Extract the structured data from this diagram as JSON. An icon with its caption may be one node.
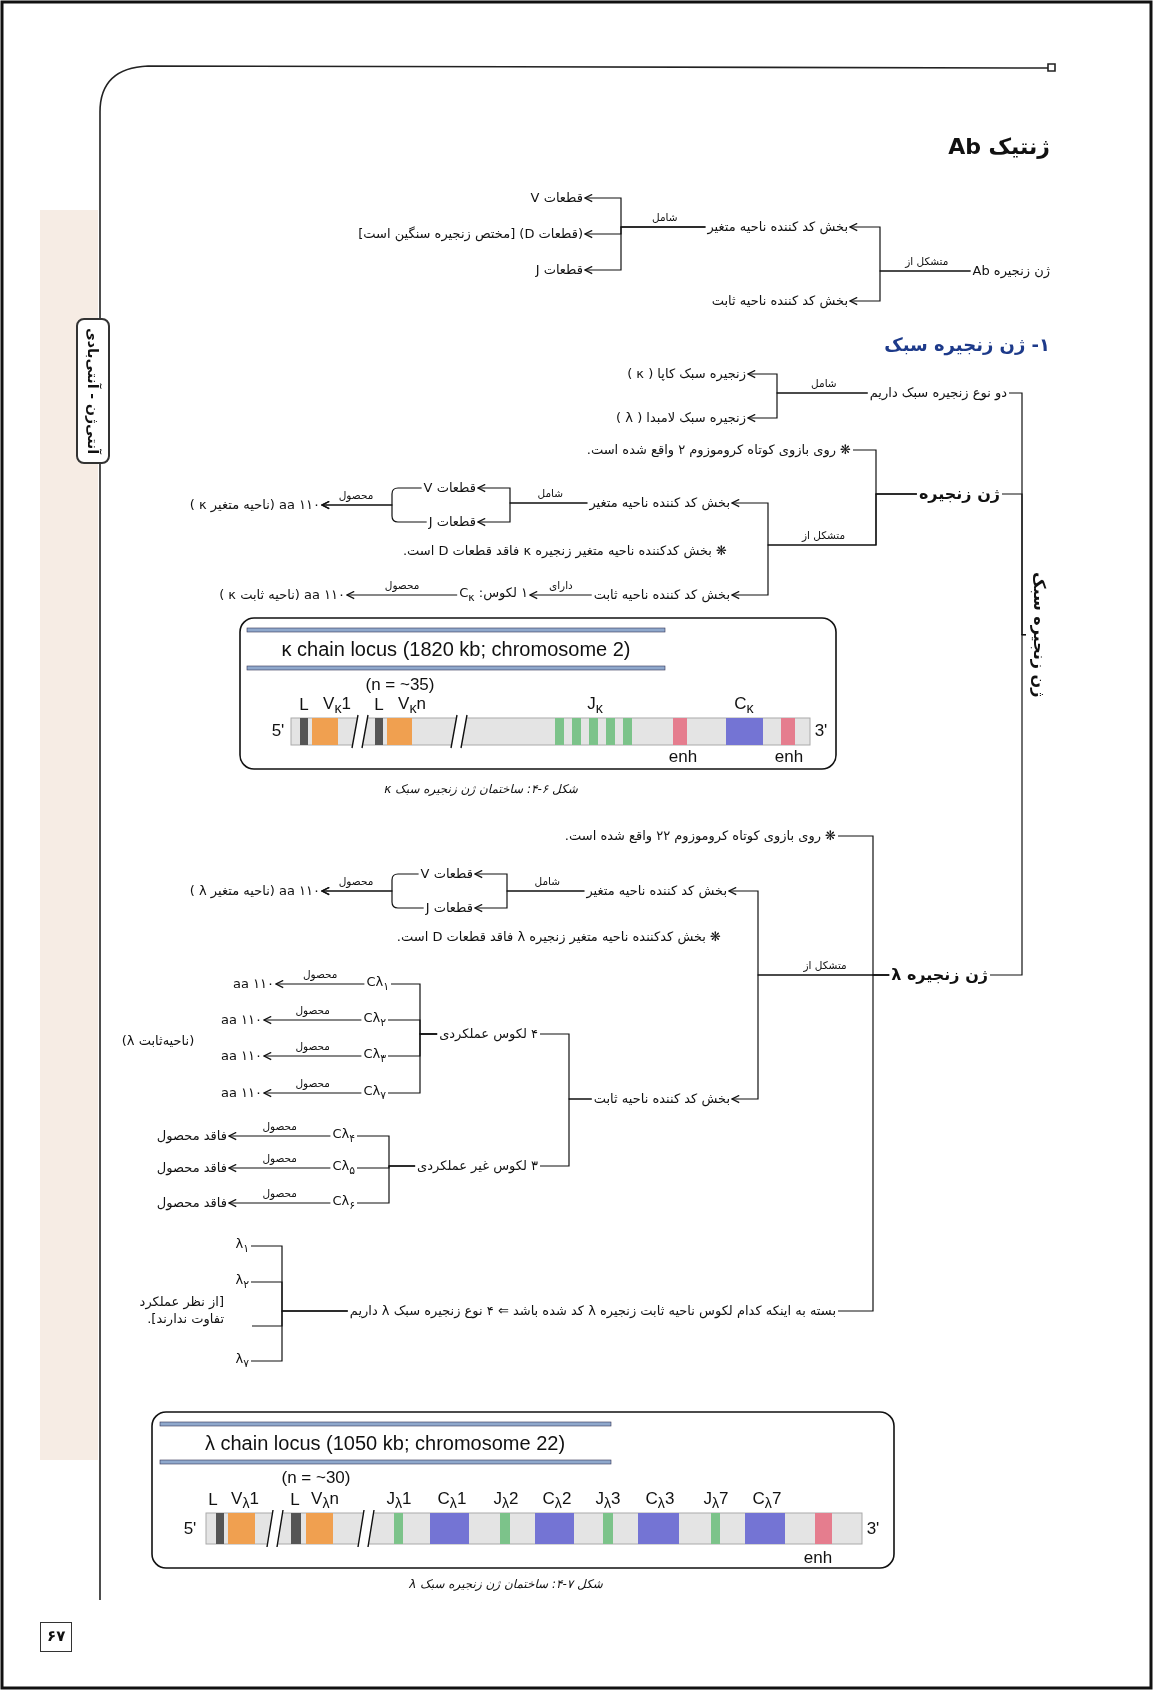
{
  "diagram": {
    "title": "ژنتیک Ab",
    "nodes": [
      {
        "text": [
          "ژن زنجیره Ab"
        ]
      },
      {
        "text": [
          "بخش کد کننده ناحیه متغیر"
        ]
      },
      {
        "text": [
          "بخش کد کننده ناحیه ثابت"
        ]
      },
      {
        "text": [
          "قطعات V"
        ]
      },
      {
        "text": [
          "(قطعات D) [مختص زنجیره سنگین است]"
        ]
      },
      {
        "text": [
          "قطعات J"
        ]
      },
      {
        "text": [
          "ژن زنجیره سبک"
        ]
      },
      {
        "text": [
          "دو نوع زنجیره سبک داریم"
        ]
      },
      {
        "text": [
          "زنجیره سبک کاپا ( κ )"
        ]
      },
      {
        "text": [
          "زنجیره سبک لامبدا ( λ )"
        ]
      },
      {
        "text": [
          "ژن زنجیره"
        ]
      },
      {
        "text": [
          "❋ روی بازوی کوتاه کروموزوم ۲ واقع شده است."
        ]
      },
      {
        "text": [
          "بخش کد کننده ناحیه متغیر"
        ]
      },
      {
        "text": [
          "بخش کد کننده ناحیه ثابت"
        ]
      },
      {
        "text": [
          "قطعات V"
        ]
      },
      {
        "text": [
          "قطعات J"
        ]
      },
      {
        "text": [
          "۱۱۰ aa (ناحیه متغیر κ )"
        ]
      },
      {
        "text": [
          "۱ لکوس: C$_{κ}$"
        ]
      },
      {
        "text": [
          "۱۱۰ aa (ناحیه ثابت κ )"
        ]
      },
      {
        "text": [
          "ژن زنجیره λ"
        ]
      },
      {
        "text": [
          "❋ روی بازوی کوتاه کروموزوم ۲۲ واقع شده است."
        ]
      },
      {
        "text": [
          "بخش کد کننده ناحیه متغیر"
        ]
      },
      {
        "text": [
          "بخش کد کننده ناحیه ثابت"
        ]
      },
      {
        "text": [
          "قطعات V"
        ]
      },
      {
        "text": [
          "قطعات J"
        ]
      },
      {
        "text": [
          "۱۱۰ aa (ناحیه متغیر λ )"
        ]
      },
      {
        "text": [
          "۴ لکوس عملکردی"
        ]
      },
      {
        "text": [
          "Cλ$_{۱}$"
        ]
      },
      {
        "text": [
          "۱۱۰ aa"
        ]
      },
      {
        "text": [
          "Cλ$_{۲}$"
        ]
      },
      {
        "text": [
          "۱۱۰ aa"
        ]
      },
      {
        "text": [
          "Cλ$_{۳}$"
        ]
      },
      {
        "text": [
          "۱۱۰ aa"
        ]
      },
      {
        "text": [
          "Cλ$_{۷}$"
        ]
      },
      {
        "text": [
          "۱۱۰ aa"
        ]
      },
      {
        "text": [
          "۳ لکوس غیر عملکردی"
        ]
      },
      {
        "text": [
          "Cλ$_{۴}$"
        ]
      },
      {
        "text": [
          "فاقد محصول"
        ]
      },
      {
        "text": [
          "Cλ$_{۵}$"
        ]
      },
      {
        "text": [
          "فاقد محصول"
        ]
      },
      {
        "text": [
          "Cλ$_{۶}$"
        ]
      },
      {
        "text": [
          "فاقد محصول"
        ]
      },
      {
        "text": [
          "بسته به اینکه کدام لکوس ناحیه ثابت زنجیره λ کد شده باشد ⇐ ۴ نوع زنجیره سبک λ داریم"
        ]
      },
      {
        "text": [
          "λ$_{۱}$"
        ]
      },
      {
        "text": [
          "λ$_{۲}$"
        ]
      },
      {
        "text": [
          "λ$_{۷}$"
        ]
      }
    ],
    "edges": [
      {
        "from": 0,
        "to": 1,
        "arrow": "to",
        "label": "متشکل از"
      },
      {
        "from": 0,
        "to": 2,
        "arrow": "to"
      },
      {
        "from": 1,
        "to": 3,
        "arrow": "to",
        "label": "شامل"
      },
      {
        "from": 1,
        "to": 4,
        "arrow": "to"
      },
      {
        "from": 1,
        "to": 5,
        "arrow": "to"
      },
      {
        "from": 6,
        "to": 7,
        "arrow": "none"
      },
      {
        "from": 6,
        "to": 10,
        "arrow": "none"
      },
      {
        "from": 6,
        "to": 19,
        "arrow": "none"
      },
      {
        "from": 7,
        "to": 8,
        "arrow": "to",
        "label": "شامل"
      },
      {
        "from": 7,
        "to": 9,
        "arrow": "to"
      },
      {
        "from": 10,
        "to": 11,
        "arrow": "none"
      },
      {
        "from": 10,
        "to": 12,
        "arrow": "to",
        "label": "متشکل از"
      },
      {
        "from": 10,
        "to": 13,
        "arrow": "to"
      },
      {
        "from": 12,
        "to": 14,
        "arrow": "to",
        "label": "شامل"
      },
      {
        "from": 12,
        "to": 15,
        "arrow": "to"
      },
      {
        "from": 14,
        "to": 16,
        "arrow": "to",
        "label": "محصول"
      },
      {
        "from": 15,
        "to": 16,
        "arrow": "to"
      },
      {
        "from": 13,
        "to": 17,
        "arrow": "to",
        "label": "دارای"
      },
      {
        "from": 17,
        "to": 18,
        "arrow": "to",
        "label": "محصول"
      },
      {
        "from": 19,
        "to": 20,
        "arrow": "none"
      },
      {
        "from": 19,
        "to": 21,
        "arrow": "to",
        "label": "متشکل از"
      },
      {
        "from": 19,
        "to": 22,
        "arrow": "to"
      },
      {
        "from": 19,
        "to": 42,
        "arrow": "none"
      },
      {
        "from": 21,
        "to": 23,
        "arrow": "to",
        "label": "شامل"
      },
      {
        "from": 21,
        "to": 24,
        "arrow": "to"
      },
      {
        "from": 23,
        "to": 25,
        "arrow": "to",
        "label": "محصول"
      },
      {
        "from": 24,
        "to": 25,
        "arrow": "to"
      },
      {
        "from": 22,
        "to": 26,
        "arrow": "none"
      },
      {
        "from": 22,
        "to": 35,
        "arrow": "none"
      },
      {
        "from": 26,
        "to": 27,
        "arrow": "none"
      },
      {
        "from": 26,
        "to": 29,
        "arrow": "none"
      },
      {
        "from": 26,
        "to": 31,
        "arrow": "none"
      },
      {
        "from": 26,
        "to": 33,
        "arrow": "none"
      },
      {
        "from": 27,
        "to": 28,
        "arrow": "to",
        "label": "محصول"
      },
      {
        "from": 29,
        "to": 30,
        "arrow": "to",
        "label": "محصول"
      },
      {
        "from": 31,
        "to": 32,
        "arrow": "to",
        "label": "محصول"
      },
      {
        "from": 33,
        "to": 34,
        "arrow": "to",
        "label": "محصول"
      },
      {
        "from": 35,
        "to": 36,
        "arrow": "none"
      },
      {
        "from": 35,
        "to": 38,
        "arrow": "none"
      },
      {
        "from": 35,
        "to": 40,
        "arrow": "none"
      },
      {
        "from": 36,
        "to": 37,
        "arrow": "to",
        "label": "محصول"
      },
      {
        "from": 38,
        "to": 39,
        "arrow": "to",
        "label": "محصول"
      },
      {
        "from": 40,
        "to": 41,
        "arrow": "to",
        "label": "محصول"
      },
      {
        "from": 42,
        "to": 43,
        "arrow": "none"
      },
      {
        "from": 42,
        "to": 44,
        "arrow": "none"
      },
      {
        "from": 42,
        "to": 45,
        "arrow": "none"
      }
    ],
    "labels": [
      "۱- ژن زنجیره سبک",
      "❋ بخش کدکننده ناحیه متغیر زنجیره κ فاقد قطعات D است.",
      "κ chain locus (1820 kb; chromosome 2)",
      "(n = ~35)",
      "L",
      "V$_{κ}$1",
      "L",
      "V$_{κ}$n",
      "J$_{κ}$",
      "C$_{κ}$",
      "5'",
      "3'",
      "enh",
      "enh",
      "شکل ۶-۴: ساختمان ژن زنجیره سبک κ",
      "❋ بخش کدکننده ناحیه متغیر زنجیره λ فاقد قطعات D است.",
      "(ناحیه‌ثابت λ)",
      "[از نظر عملکرد تفاوت ندارند].",
      "λ chain locus (1050 kb; chromosome 22)",
      "(n = ~30)",
      "L",
      "V$_{λ}$1",
      "L",
      "V$_{λ}$n",
      "J$_{λ}$1",
      "C$_{λ}$1",
      "J$_{λ}$2",
      "C$_{λ}$2",
      "J$_{λ}$3",
      "C$_{λ}$3",
      "J$_{λ}$7",
      "C$_{λ}$7",
      "5'",
      "3'",
      "enh",
      "شکل ۷-۴: ساختمان ژن زنجیره سبک λ",
      "آنتی‌ژن - آنتی‌بادی",
      "۶۷"
    ]
  }
}
